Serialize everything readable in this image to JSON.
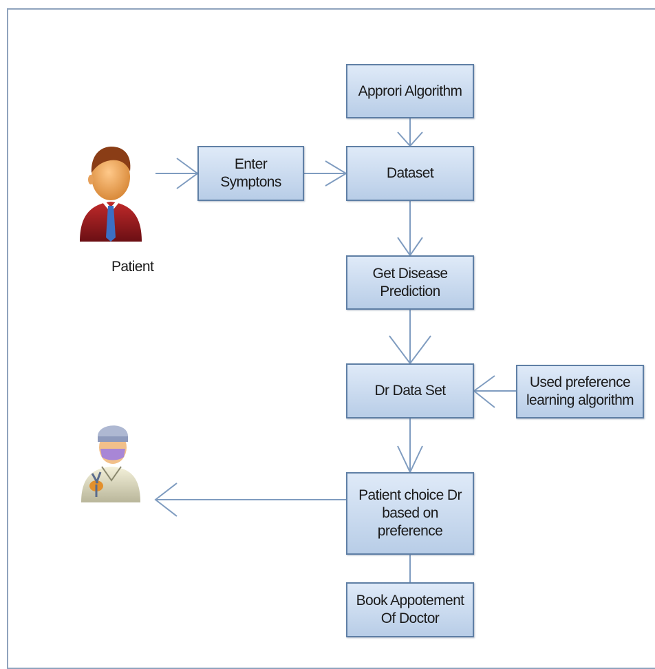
{
  "actors": {
    "patient": {
      "label": "Patient",
      "icon": "patient-avatar-icon"
    },
    "doctor": {
      "icon": "surgeon-avatar-icon"
    }
  },
  "nodes": {
    "approri_algorithm": "Approri Algorithm",
    "enter_symptoms": "Enter\nSymptons",
    "dataset": "Dataset",
    "get_disease_prediction": "Get Disease\nPrediction",
    "dr_data_set": "Dr Data Set",
    "used_preference_algorithm": "Used preference\nlearning algorithm",
    "patient_choice_dr": "Patient choice Dr\nbased on\npreference",
    "book_appointment": "Book Appotement\nOf Doctor"
  },
  "colors": {
    "box_fill_top": "#dfeaf8",
    "box_fill_bottom": "#b8cde7",
    "box_border": "#5f7fa5",
    "connector": "#7f9cc0",
    "frame": "#8fa3bd"
  }
}
